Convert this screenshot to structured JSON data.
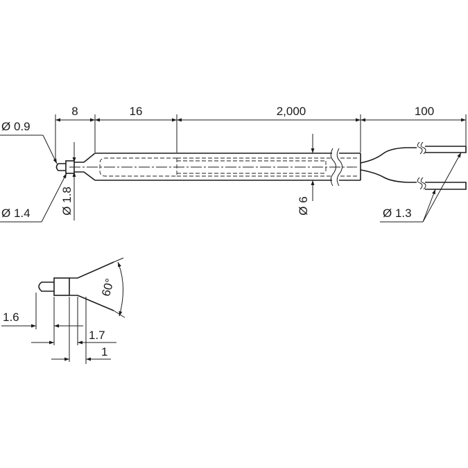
{
  "dimensions": {
    "length_tip": "8",
    "length_sheath": "16",
    "length_cable": "2,000",
    "length_leads": "100",
    "dia_tip": "Ø 0.9",
    "dia_step": "Ø 1.4",
    "dia_neck": "Ø 1.8",
    "dia_body": "Ø 6",
    "dia_leads": "Ø 1.3"
  },
  "detail": {
    "angle": "60°",
    "len_a": "1.6",
    "len_b": "1.7",
    "len_c": "1"
  },
  "colors": {
    "line": "#1a1a1a",
    "background": "#ffffff"
  }
}
